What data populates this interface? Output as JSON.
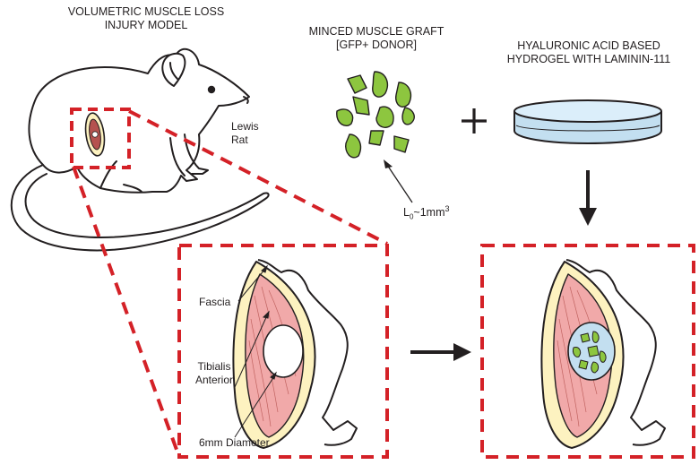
{
  "titles": {
    "vml_line1": "VOLUMETRIC MUSCLE LOSS",
    "vml_line2": "INJURY MODEL",
    "graft_line1": "MINCED MUSCLE GRAFT",
    "graft_line2": "[GFP+ DONOR]",
    "hydrogel_line1": "HYALURONIC ACID BASED",
    "hydrogel_line2": "HYDROGEL WITH LAMININ-111"
  },
  "animal": {
    "line1": "Lewis",
    "line2": "Rat"
  },
  "graft_size": {
    "prefix": "L",
    "subscript": "0",
    "middle": "~1mm",
    "superscript": "3"
  },
  "plus_symbol": "+",
  "injury_labels": {
    "fascia": "Fascia",
    "muscle_line1": "Tibialis",
    "muscle_line2": "Anterior",
    "defect": "6mm Diameter"
  },
  "colors": {
    "dash_red": "#d42127",
    "graft_green": "#8dc63f",
    "fascia_yellow": "#fdf2c0",
    "muscle_pink": "#f1a9a9",
    "hydrogel_blue": "#c3dff0",
    "outline": "#231f20"
  }
}
